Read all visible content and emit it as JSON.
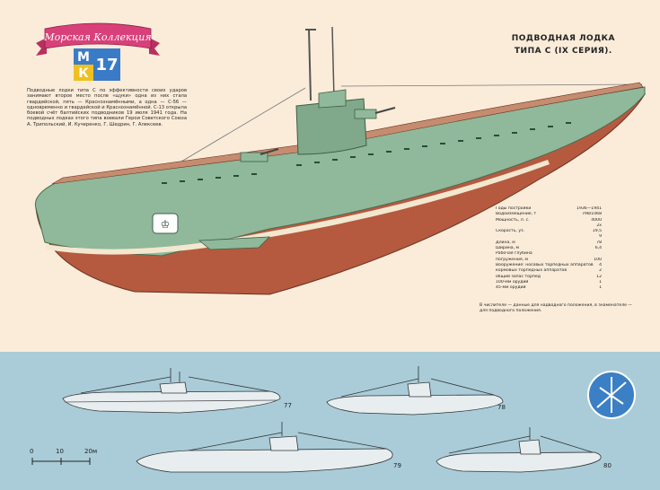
{
  "logo": {
    "banner": "Морская Коллекция",
    "letters_top": "М",
    "letters_bottom": "К",
    "issue": "17"
  },
  "title": {
    "line1": "ПОДВОДНАЯ ЛОДКА",
    "line2": "ТИПА С (IX СЕРИЯ)."
  },
  "description": "Подводные лодки типа С по эффективности своих ударов занимают второе место после «щуки» одна из них стала гвардейской, пять — Краснознамёнными, а одна — С-56 — одновременно и гвардейской и Краснознамённой. С-13 открыла боевой счёт балтийских подводников 19 июля 1941 года. На подводных лодках этого типа воевали Герои Советского Союза А. Трипольский, И. Кучеренко, Г. Шедрин, Г. Алексеев.",
  "specs": [
    {
      "label": "Годы постройки",
      "value": "1936—1941"
    },
    {
      "label": "Водоизмещение, т",
      "value": "798/1068"
    },
    {
      "label": "Мощность, л. с.",
      "value": "4000"
    },
    {
      "label": "",
      "value": "2х"
    },
    {
      "label": "Скорость, уз.",
      "value": "19,5"
    },
    {
      "label": "",
      "value": "9"
    },
    {
      "label": "Длина, м",
      "value": "78"
    },
    {
      "label": "Ширина, м",
      "value": "6,4"
    },
    {
      "label": "Рабочая глубина",
      "value": ""
    },
    {
      "label": "погружения, м",
      "value": "100"
    },
    {
      "label": "Вооружение: носовых торпедных аппаратов",
      "value": "4"
    },
    {
      "label": "кормовых торпедных аппаратов",
      "value": "2"
    },
    {
      "label": "общий запас торпед",
      "value": "12"
    },
    {
      "label": "100-мм орудий",
      "value": "1"
    },
    {
      "label": "45-мм орудий",
      "value": "1"
    }
  ],
  "note": "В числителе — данные для надводного положения, в знаменателе — для подводного положения.",
  "silhouettes": {
    "n1": "77",
    "n2": "78",
    "n3": "79",
    "n4": "80"
  },
  "scale": {
    "s0": "0",
    "s10": "10",
    "s20": "20м"
  },
  "colors": {
    "paper": "#faecd9",
    "sea": "#a9ccd8",
    "hull_green": "#8fb99a",
    "hull_red": "#b55a3f",
    "banner": "#d9407a"
  }
}
